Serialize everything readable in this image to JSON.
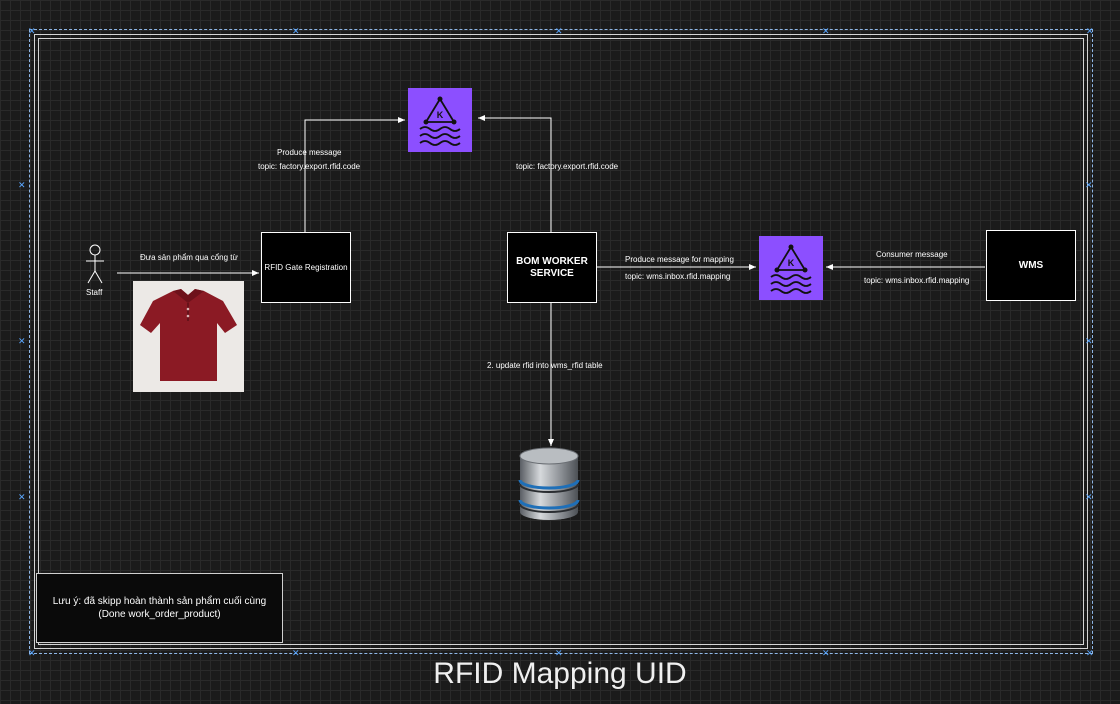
{
  "title": "RFID Mapping UID",
  "actor": {
    "label": "Staff"
  },
  "edges": {
    "staff_to_gate": "Đưa sản phẩm qua cổng từ",
    "gate_produce": "Produce message",
    "gate_topic": "topic: factory.export.rfid.code",
    "bom_topic": "topic: factory.export.rfid.code",
    "bom_produce": "Produce message for mapping",
    "bom_mapping_topic": "topic: wms.inbox.rfid.mapping",
    "consumer": "Consumer message",
    "consumer_topic": "topic: wms.inbox.rfid.mapping",
    "db_update": "2. update rfid into wms_rfid table"
  },
  "nodes": {
    "gate": "RFID Gate Registration",
    "bom_line1": "BOM WORKER",
    "bom_line2": "SERVICE",
    "wms": "WMS",
    "kafka_letter": "K"
  },
  "note": {
    "line1": "Lưu ý: đã skipp hoàn thành sản phẩm cuối cùng",
    "line2": "(Done work_order_product)"
  },
  "colors": {
    "kafka": "#8c4fff",
    "shirt": "#8b1a24",
    "canvas": "#1b1b1b"
  }
}
